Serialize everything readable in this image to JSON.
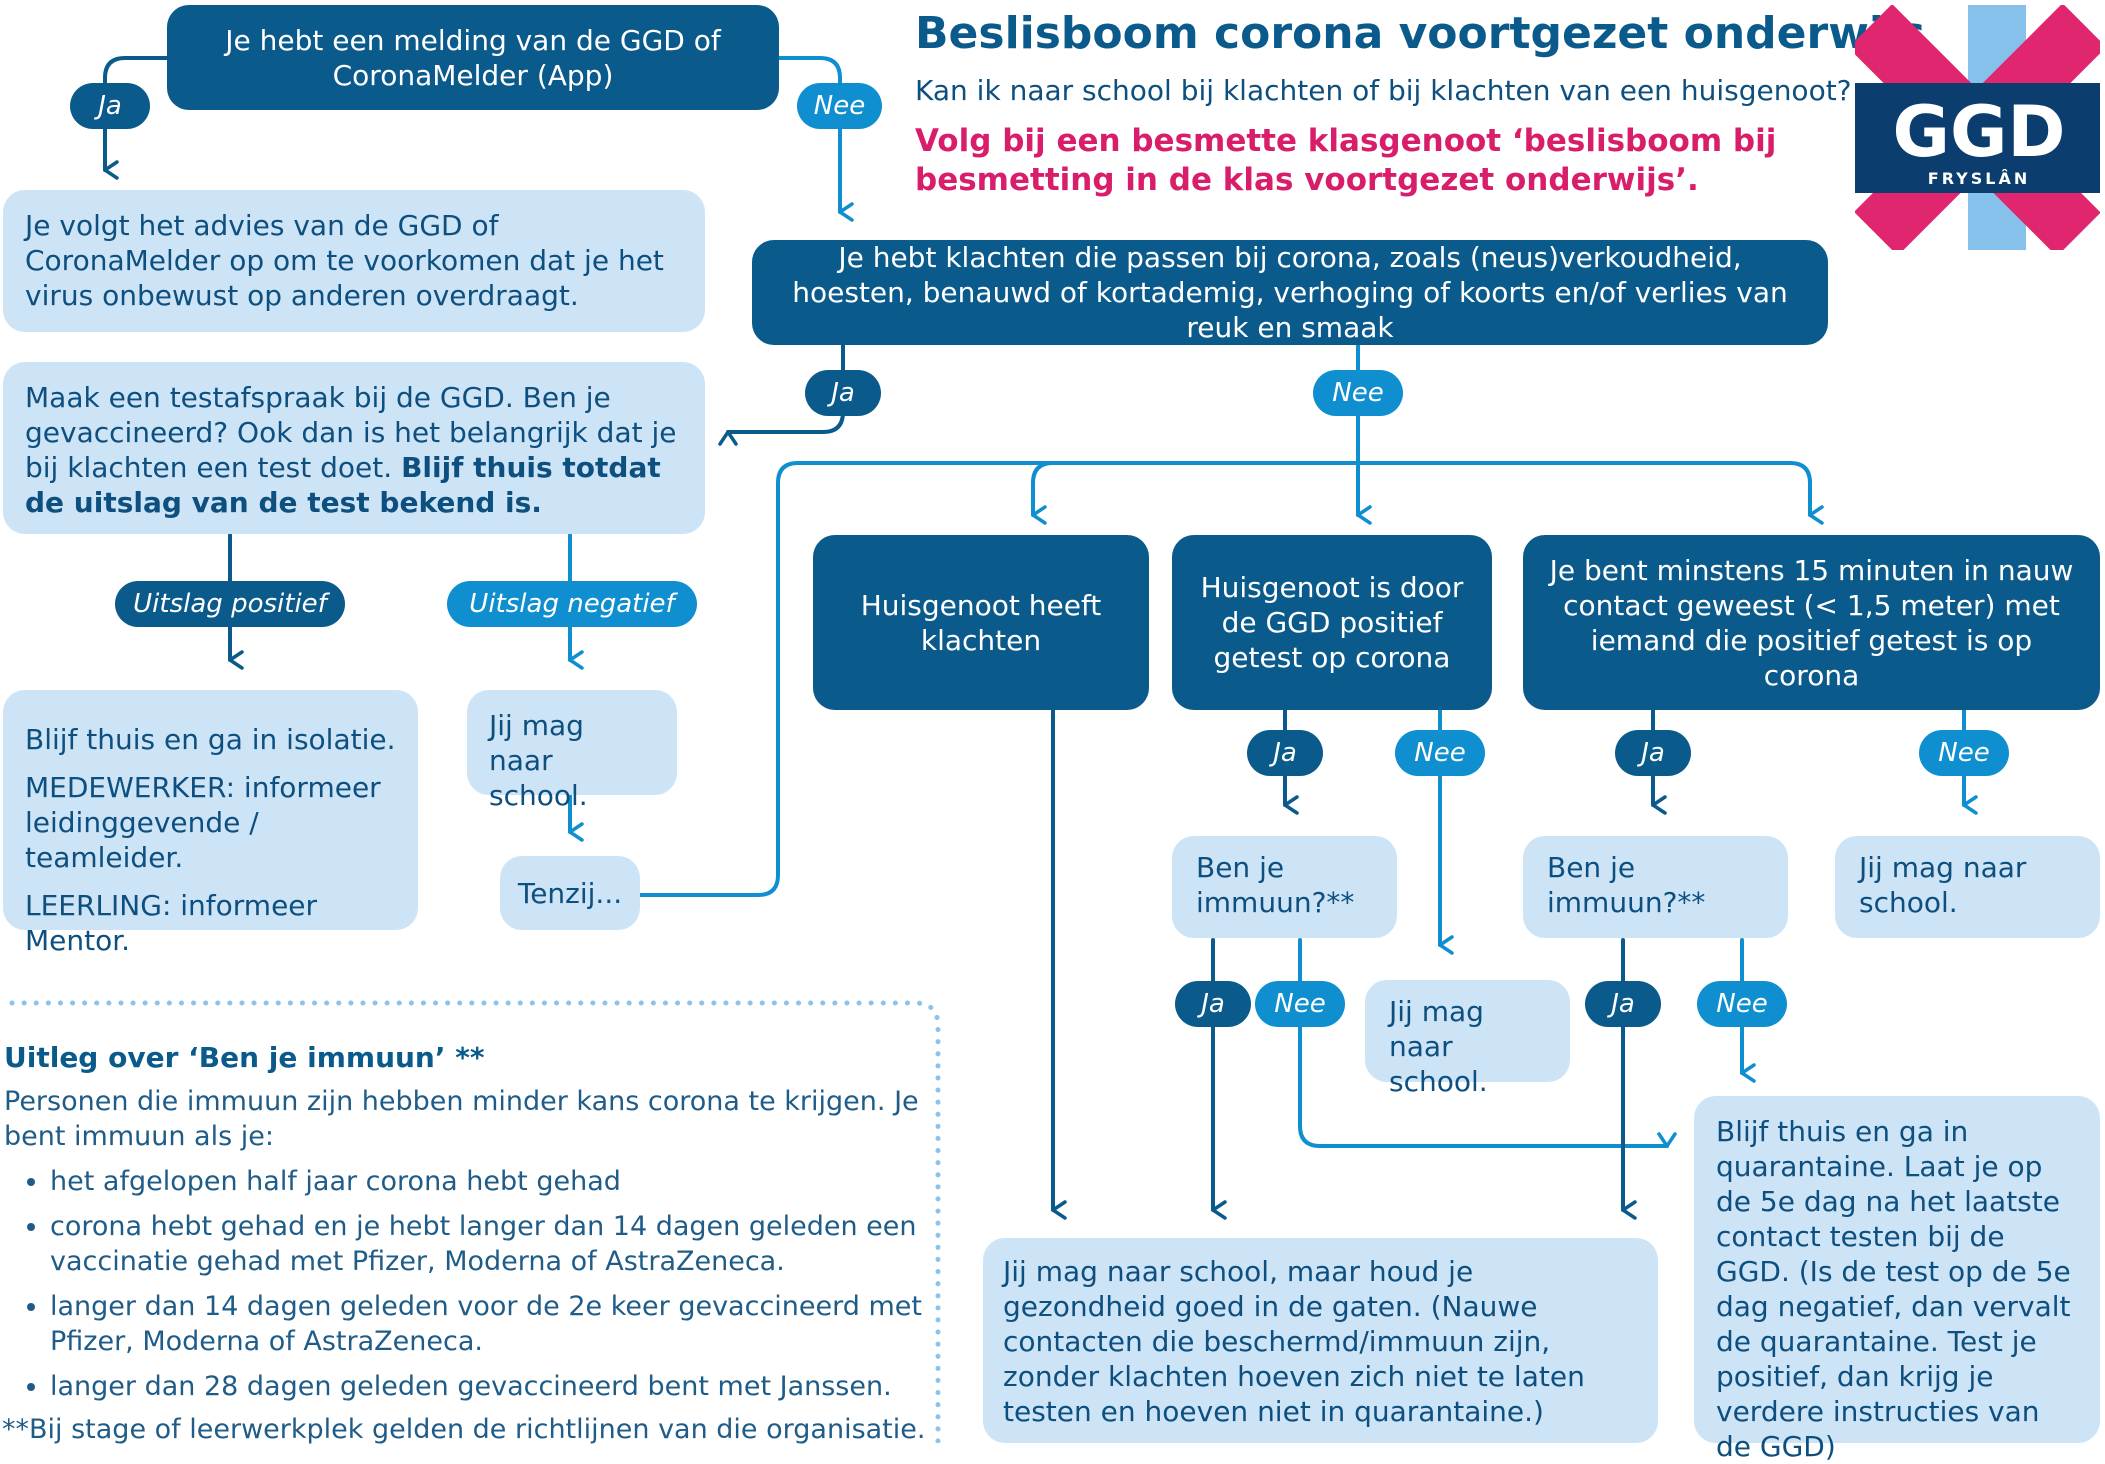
{
  "header": {
    "title": "Beslisboom corona voortgezet onderwijs",
    "subtitle": "Kan ik naar school bij klachten of bij klachten van een huisgenoot?",
    "notice_line1": "Volg bij een besmette klasgenoot ‘beslisboom bij",
    "notice_line2": "besmetting in de klas voortgezet onderwijs’."
  },
  "logo": {
    "text": "GGD",
    "subtext": "FRYSLÂN",
    "colors": {
      "pink": "#e0266e",
      "blue": "#85c1ea",
      "navy": "#0b3e6e"
    }
  },
  "labels": {
    "ja": "Ja",
    "nee": "Nee",
    "uitslag_positief": "Uitslag positief",
    "uitslag_negatief": "Uitslag negatief"
  },
  "boxes": {
    "melding": "Je hebt een melding van de GGD of CoronaMelder (App)",
    "advies": "Je volgt het advies van de GGD of CoronaMelder op om te voorkomen dat je het virus onbewust op anderen overdraagt.",
    "klachten": "Je hebt klachten die passen bij corona, zoals (neus)verkoudheid, hoesten, benauwd of kortademig, verhoging of koorts en/of verlies van reuk en smaak",
    "testafspraak": "Maak een testafspraak bij de GGD. Ben je gevaccineerd? Ook dan is het belangrijk dat je bij klachten een test doet.",
    "testafspraak_bold": "Blijf thuis totdat de uitslag van de test bekend is.",
    "isolatie_1": "Blijf thuis en ga in isolatie.",
    "isolatie_2": "MEDEWERKER: informeer leidinggevende / teamleider.",
    "isolatie_3": "LEERLING: informeer Mentor.",
    "mag_naar_school": "Jij mag naar school.",
    "tenzij": "Tenzij...",
    "huisgenoot_klachten": "Huisgenoot heeft klachten",
    "huisgenoot_positief": "Huisgenoot is door de GGD positief getest op corona",
    "nauw_contact": "Je bent minstens 15 minuten in nauw contact geweest (< 1,5 meter) met iemand die positief getest is op corona",
    "immuun": "Ben je immuun?**",
    "mag_naar_school_gezondheid": "Jij mag naar school, maar houd je gezondheid goed in de gaten. (Nauwe contacten die beschermd/immuun zijn, zonder klachten hoeven zich niet te laten testen en hoeven niet in quarantaine.)",
    "quarantaine": "Blijf thuis en ga in quarantaine. Laat je op de 5e dag na het laatste contact testen bij de GGD. (Is de test op de 5e dag negatief, dan vervalt de quarantaine. Test je positief, dan krijg je verdere instructies van de GGD)"
  },
  "explanation": {
    "title": "Uitleg over ‘Ben je immuun’ **",
    "intro": "Personen die immuun zijn hebben minder kans corona te krijgen. Je bent immuun als je:",
    "bullets": [
      "het afgelopen half jaar corona hebt gehad",
      "corona hebt gehad en je hebt langer dan 14 dagen geleden een vaccinatie gehad met Pfizer, Moderna of AstraZeneca.",
      "langer dan 14 dagen geleden voor de 2e keer gevaccineerd met Pfizer, Moderna of AstraZeneca.",
      "langer dan 28 dagen geleden gevaccineerd bent met Janssen."
    ],
    "footnote": "**Bij stage of leerwerkplek gelden de richtlijnen van die organisatie."
  },
  "colors": {
    "dark": "#0b5a8c",
    "mid": "#0f8fd0",
    "light": "#cde3f6",
    "pink": "#d81e6a",
    "dotted": "#8cc3ea"
  }
}
